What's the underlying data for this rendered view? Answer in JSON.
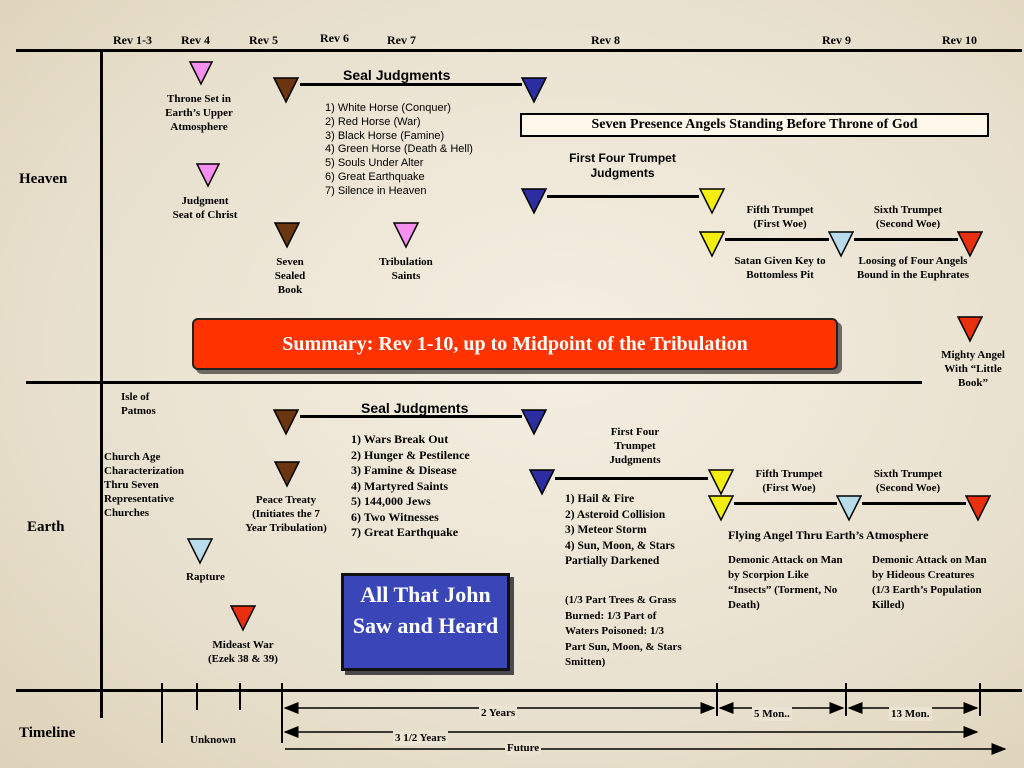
{
  "colors": {
    "pink": "#f58ff0",
    "brown": "#6b3510",
    "blue": "#2c2da0",
    "yellow": "#f3ee10",
    "light_blue": "#b8dcea",
    "red": "#e8300e",
    "summary_bg": "#ff3300",
    "john_bg": "#3a45b8"
  },
  "headers": [
    "Rev 1-3",
    "Rev 4",
    "Rev 5",
    "Rev 6",
    "Rev 7",
    "Rev 8",
    "Rev 9",
    "Rev 10"
  ],
  "rows": {
    "heaven": "Heaven",
    "earth": "Earth",
    "timeline": "Timeline"
  },
  "heaven": {
    "throne": "Throne Set in Earth’s Upper Atmosphere",
    "judgment_seat": "Judgment Seat of Christ",
    "seven_sealed": "Seven Sealed Book",
    "tribulation_saints": "Tribulation Saints",
    "seal_title": "Seal Judgments",
    "seals": [
      "1) White Horse (Conquer)",
      "2) Red Horse (War)",
      "3) Black Horse (Famine)",
      "4) Green Horse (Death & Hell)",
      "5) Souls Under Alter",
      "6) Great Earthquake",
      "7) Silence in Heaven"
    ],
    "presence": "Seven Presence Angels Standing Before Throne of God",
    "first_four": "First Four Trumpet Judgments",
    "fifth": "Fifth Trumpet (First Woe)",
    "sixth": "Sixth Trumpet (Second Woe)",
    "satan": "Satan Given Key to Bottomless Pit",
    "loosing": "Loosing of Four Angels Bound in the Euphrates",
    "mighty": "Mighty Angel With “Little Book”"
  },
  "summary": "Summary: Rev 1-10, up to Midpoint of the Tribulation",
  "earth": {
    "patmos": "Isle of Patmos",
    "church": "Church Age Characterization Thru Seven Representative Churches",
    "rapture": "Rapture",
    "mideast": "Mideast  War (Ezek 38 & 39)",
    "peace": "Peace Treaty (Initiates the 7 Year Tribulation)",
    "seal_title": "Seal Judgments",
    "seals": [
      "1) Wars Break Out",
      "2) Hunger & Pestilence",
      "3) Famine & Disease",
      "4) Martyred Saints",
      "5) 144,000 Jews",
      "6) Two Witnesses",
      "7) Great Earthquake"
    ],
    "john": "All That John Saw and Heard",
    "first_four": "First Four Trumpet Judgments",
    "trumpets": [
      "1) Hail & Fire",
      "2) Asteroid Collision",
      "3) Meteor Storm",
      "4) Sun, Moon, & Stars  Partially Darkened"
    ],
    "trumpet_note": "(1/3 Part Trees & Grass Burned:  1/3 Part of Waters Poisoned:  1/3 Part Sun, Moon, & Stars Smitten)",
    "fifth": "Fifth Trumpet (First Woe)",
    "sixth": "Sixth Trumpet (Second Woe)",
    "flying": "Flying Angel Thru Earth’s Atmosphere",
    "scorpion": "Demonic Attack on Man by Scorpion Like “Insects” (Torment, No Death)",
    "hideous": "Demonic Attack on Man by Hideous Creatures  (1/3 Earth’s Population Killed)"
  },
  "timeline": {
    "unknown": "Unknown",
    "two_years": "2 Years",
    "three_half": "3 1/2 Years",
    "future": "Future",
    "five_mon": "5 Mon..",
    "thirteen_mon": "13 Mon."
  }
}
